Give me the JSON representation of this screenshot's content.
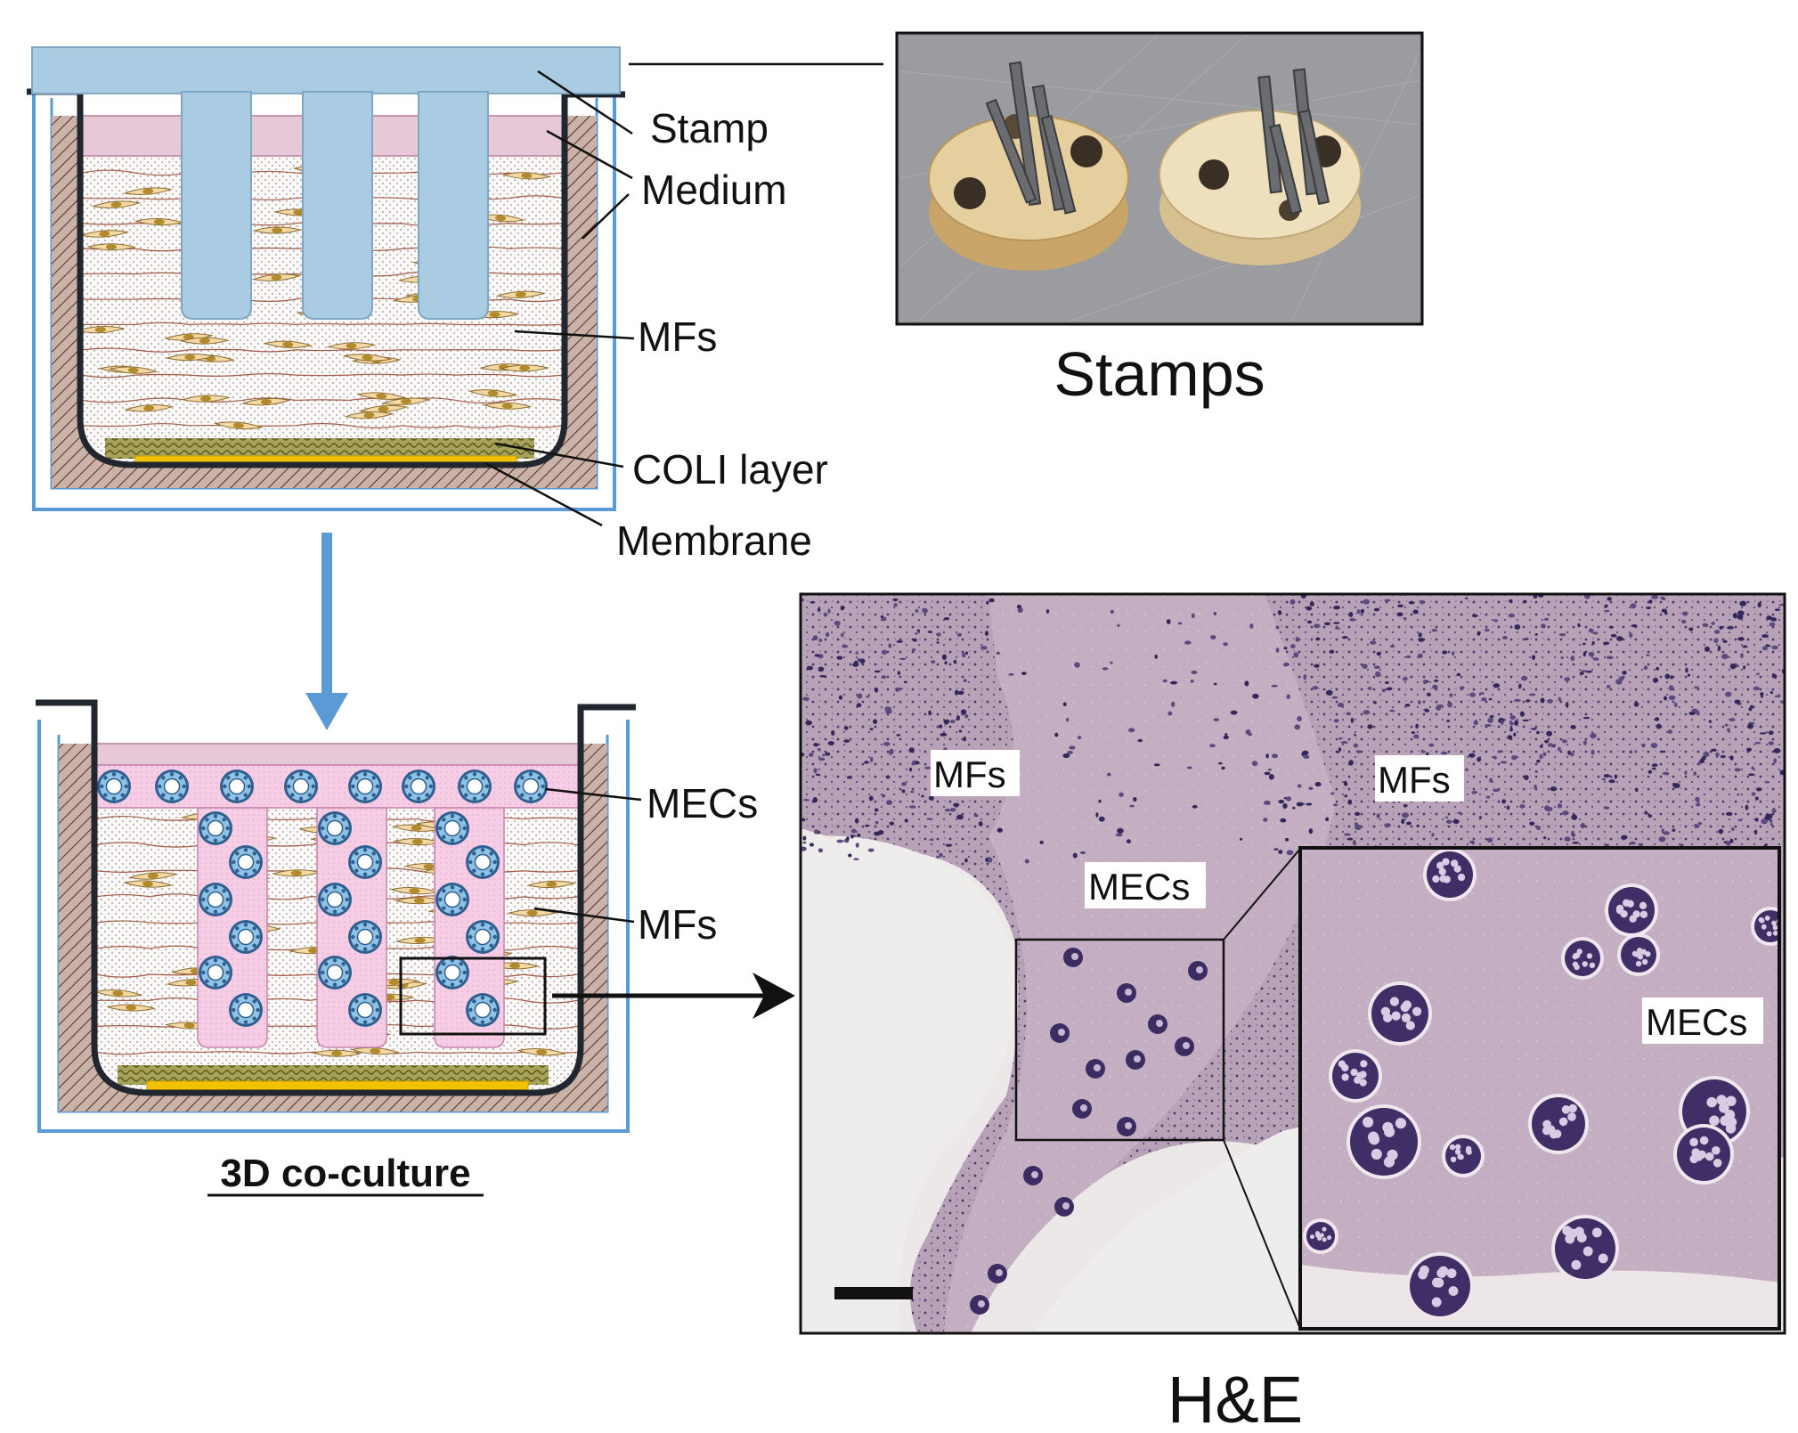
{
  "top_diagram": {
    "labels": {
      "stamp": "Stamp",
      "medium": "Medium",
      "mfs": "MFs",
      "coli_layer": "COLI layer",
      "membrane": "Membrane"
    }
  },
  "bottom_diagram": {
    "labels": {
      "mecs": "MECs",
      "mfs": "MFs"
    },
    "caption": "3D co-culture"
  },
  "photo": {
    "caption": "Stamps"
  },
  "histology": {
    "caption": "H&E",
    "labels": {
      "mfs_left": "MFs",
      "mfs_right": "MFs",
      "mecs_center": "MECs",
      "mecs_inset": "MECs"
    }
  },
  "colors": {
    "stamp_blue": "#a9cce2",
    "medium_pink": "#e8c9d9",
    "mec_pink": "#f7cfe6",
    "membrane_yellow": "#f2c200",
    "coli_green": "#8c8c3c",
    "insert_wall": "#2b2f3a",
    "outer_well": "#5b9bd5",
    "arrow_blue": "#5b9bd5",
    "tissue": "#b9a3b8",
    "nuclei": "#3d2f5e"
  }
}
